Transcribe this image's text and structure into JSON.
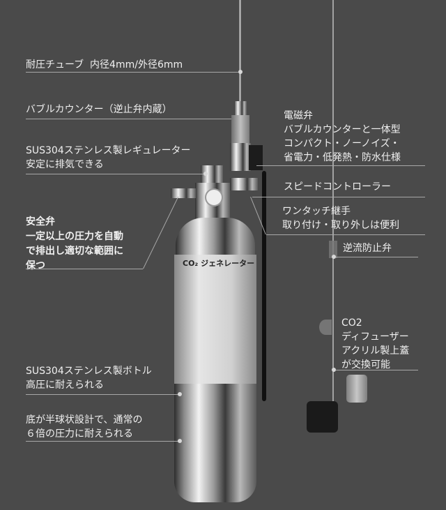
{
  "annotations_left": [
    {
      "id": "tube",
      "lines": [
        "耐圧チューブ  内径4mm/外径6mm"
      ]
    },
    {
      "id": "bubble-counter",
      "lines": [
        "バブルカウンター（逆止弁内蔵）"
      ]
    },
    {
      "id": "regulator",
      "lines": [
        "SUS304ステンレス製レギュレーター",
        "安定に排気できる"
      ]
    },
    {
      "id": "safety-valve",
      "lines": [
        "安全弁",
        "一定以上の圧力を自動",
        "で排出し適切な範囲に",
        "保つ"
      ]
    },
    {
      "id": "bottle",
      "lines": [
        "SUS304ステンレス製ボトル",
        "高圧に耐えられる"
      ]
    },
    {
      "id": "bottom",
      "lines": [
        "底が半球状設計で、通常の",
        "６倍の圧力に耐えられる"
      ]
    }
  ],
  "annotations_right": [
    {
      "id": "solenoid",
      "lines": [
        "電磁弁",
        "バブルカウンターと一体型",
        "コンパクト・ノーノイズ・",
        "省電力・低発熱・防水仕様"
      ]
    },
    {
      "id": "speed-controller",
      "lines": [
        "スピードコントローラー"
      ]
    },
    {
      "id": "one-touch",
      "lines": [
        "ワンタッチ継手",
        "取り付け・取り外しは便利"
      ]
    },
    {
      "id": "check-valve",
      "lines": [
        "逆流防止弁"
      ]
    },
    {
      "id": "diffuser",
      "lines": [
        "CO2",
        "ディフューザー",
        "アクリル製上蓋",
        "が交換可能"
      ]
    }
  ],
  "product_label": "CO₂ ジェネレーター",
  "colors": {
    "background": "#4a4a4a",
    "text": "#f0f0f0",
    "leader": "#a8a8a8"
  }
}
